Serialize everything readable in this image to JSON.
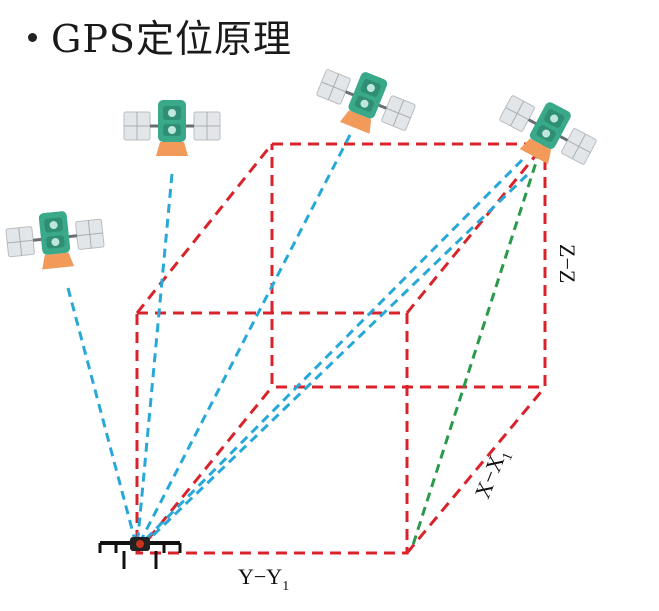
{
  "title": "GPS定位原理",
  "labels": {
    "y_axis": "Y−Y",
    "y_sub": "1",
    "x_axis": "X−X",
    "x_sub": "1",
    "z_axis": "Z−Z"
  },
  "colors": {
    "cube_edge": "#d9232b",
    "signal": "#28a8d8",
    "signal_primary": "#2a9a4a",
    "satellite_body": "#3aa98a",
    "satellite_base": "#f29a5a",
    "solar_panel": "#d8dde2"
  },
  "icons": {
    "satellite": "satellite-icon",
    "receiver": "drone-receiver-icon"
  }
}
